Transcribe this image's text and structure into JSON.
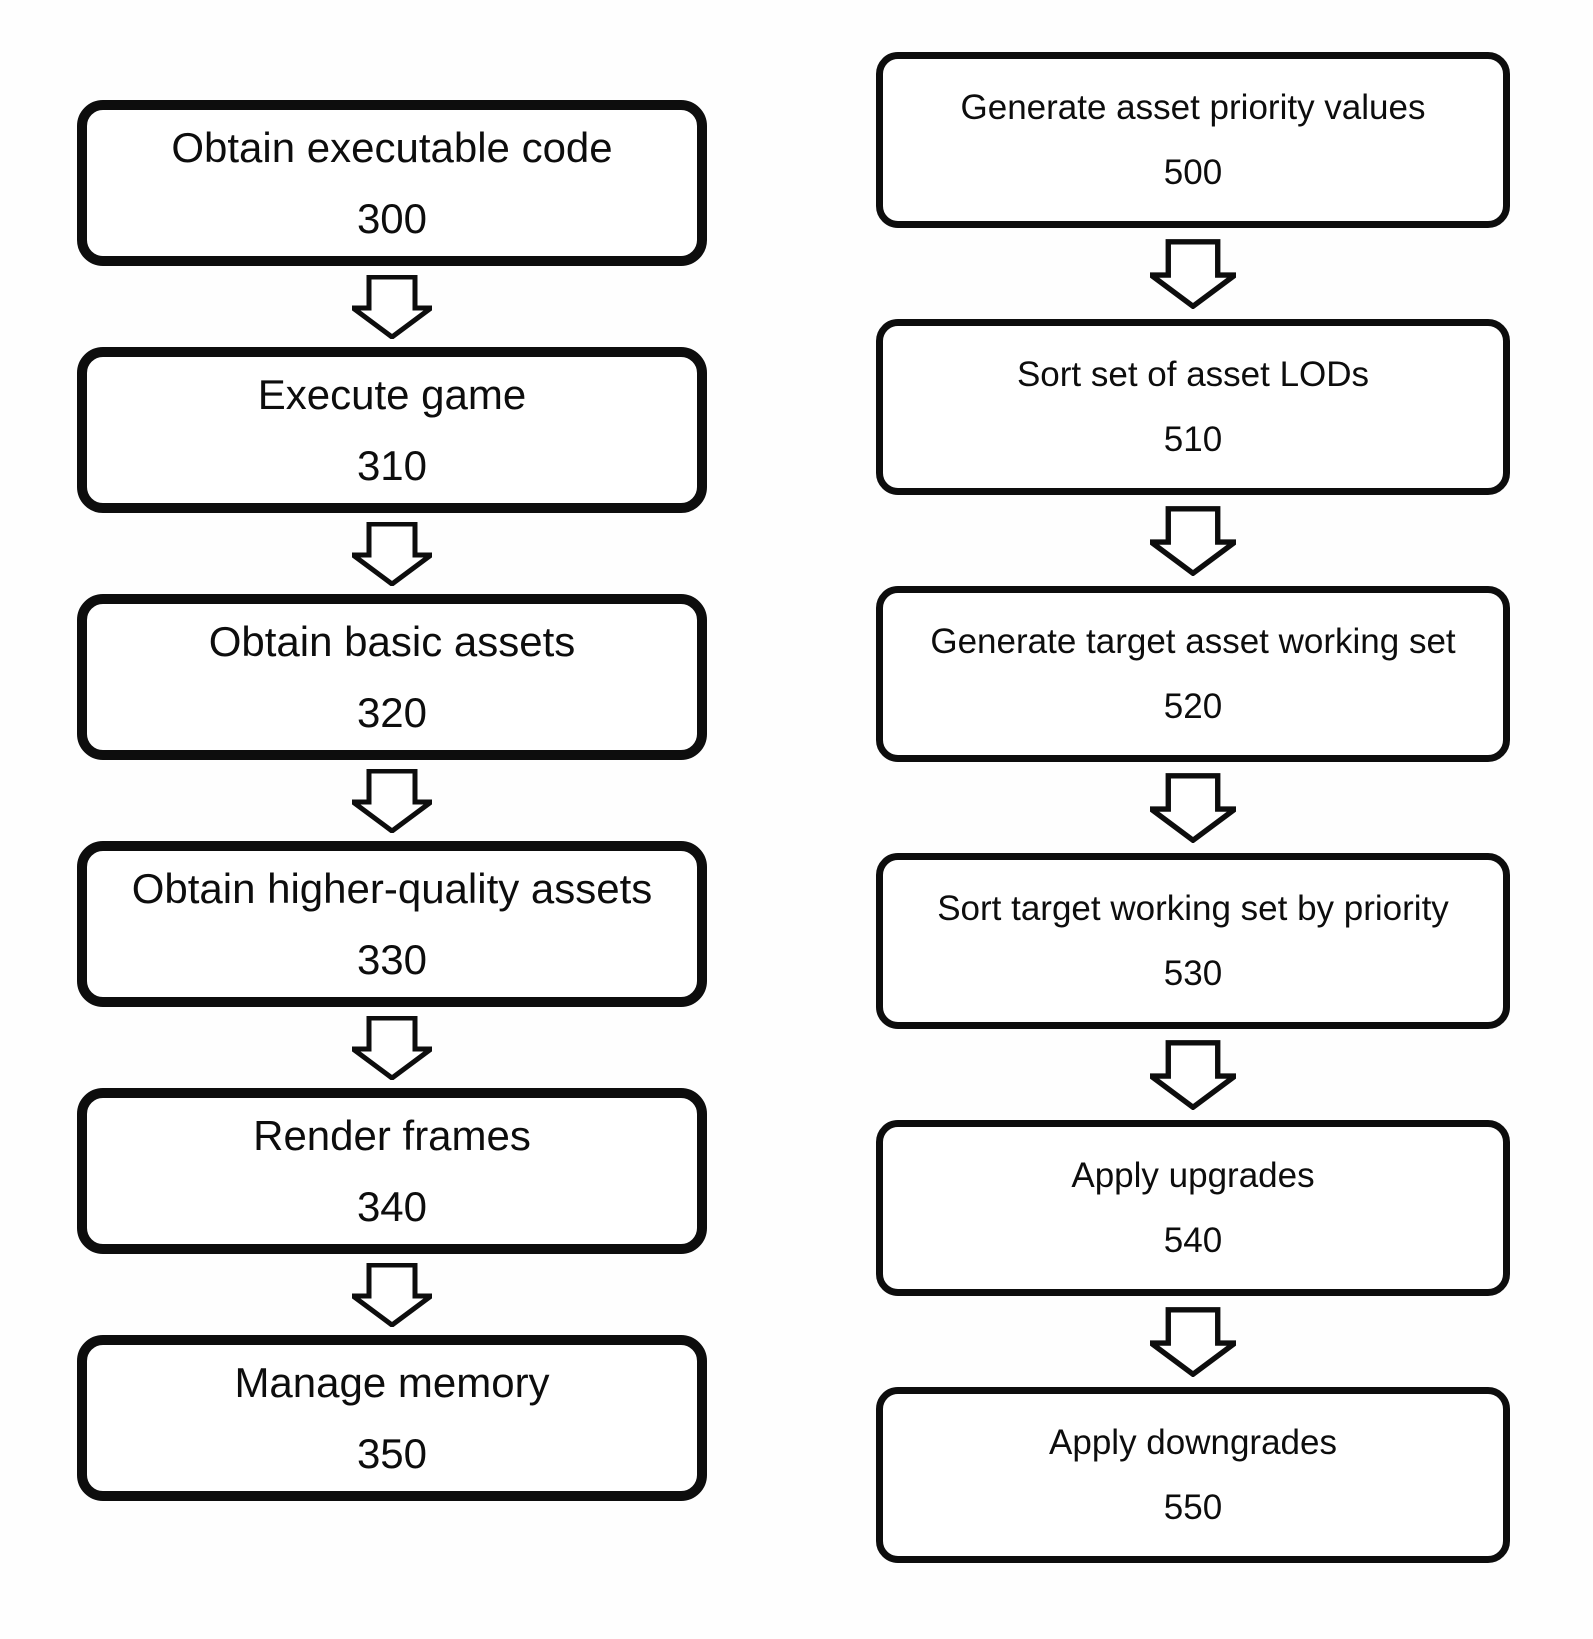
{
  "figure": {
    "type": "flowchart",
    "background_color": "#fefefe",
    "box_fill_color": "#ffffff",
    "line_color": "#0d0d0d",
    "arrow_style": "outlined-down-block-arrow",
    "columns": [
      {
        "id": "left",
        "steps": [
          {
            "label": "Obtain executable code",
            "ref": "300"
          },
          {
            "label": "Execute game",
            "ref": "310"
          },
          {
            "label": "Obtain basic assets",
            "ref": "320"
          },
          {
            "label": "Obtain higher-quality assets",
            "ref": "330"
          },
          {
            "label": "Render frames",
            "ref": "340"
          },
          {
            "label": "Manage memory",
            "ref": "350"
          }
        ]
      },
      {
        "id": "right",
        "steps": [
          {
            "label": "Generate asset priority values",
            "ref": "500"
          },
          {
            "label": "Sort set of asset LODs",
            "ref": "510"
          },
          {
            "label": "Generate target asset working set",
            "ref": "520"
          },
          {
            "label": "Sort target working set by priority",
            "ref": "530"
          },
          {
            "label": "Apply upgrades",
            "ref": "540"
          },
          {
            "label": "Apply downgrades",
            "ref": "550"
          }
        ]
      }
    ]
  }
}
